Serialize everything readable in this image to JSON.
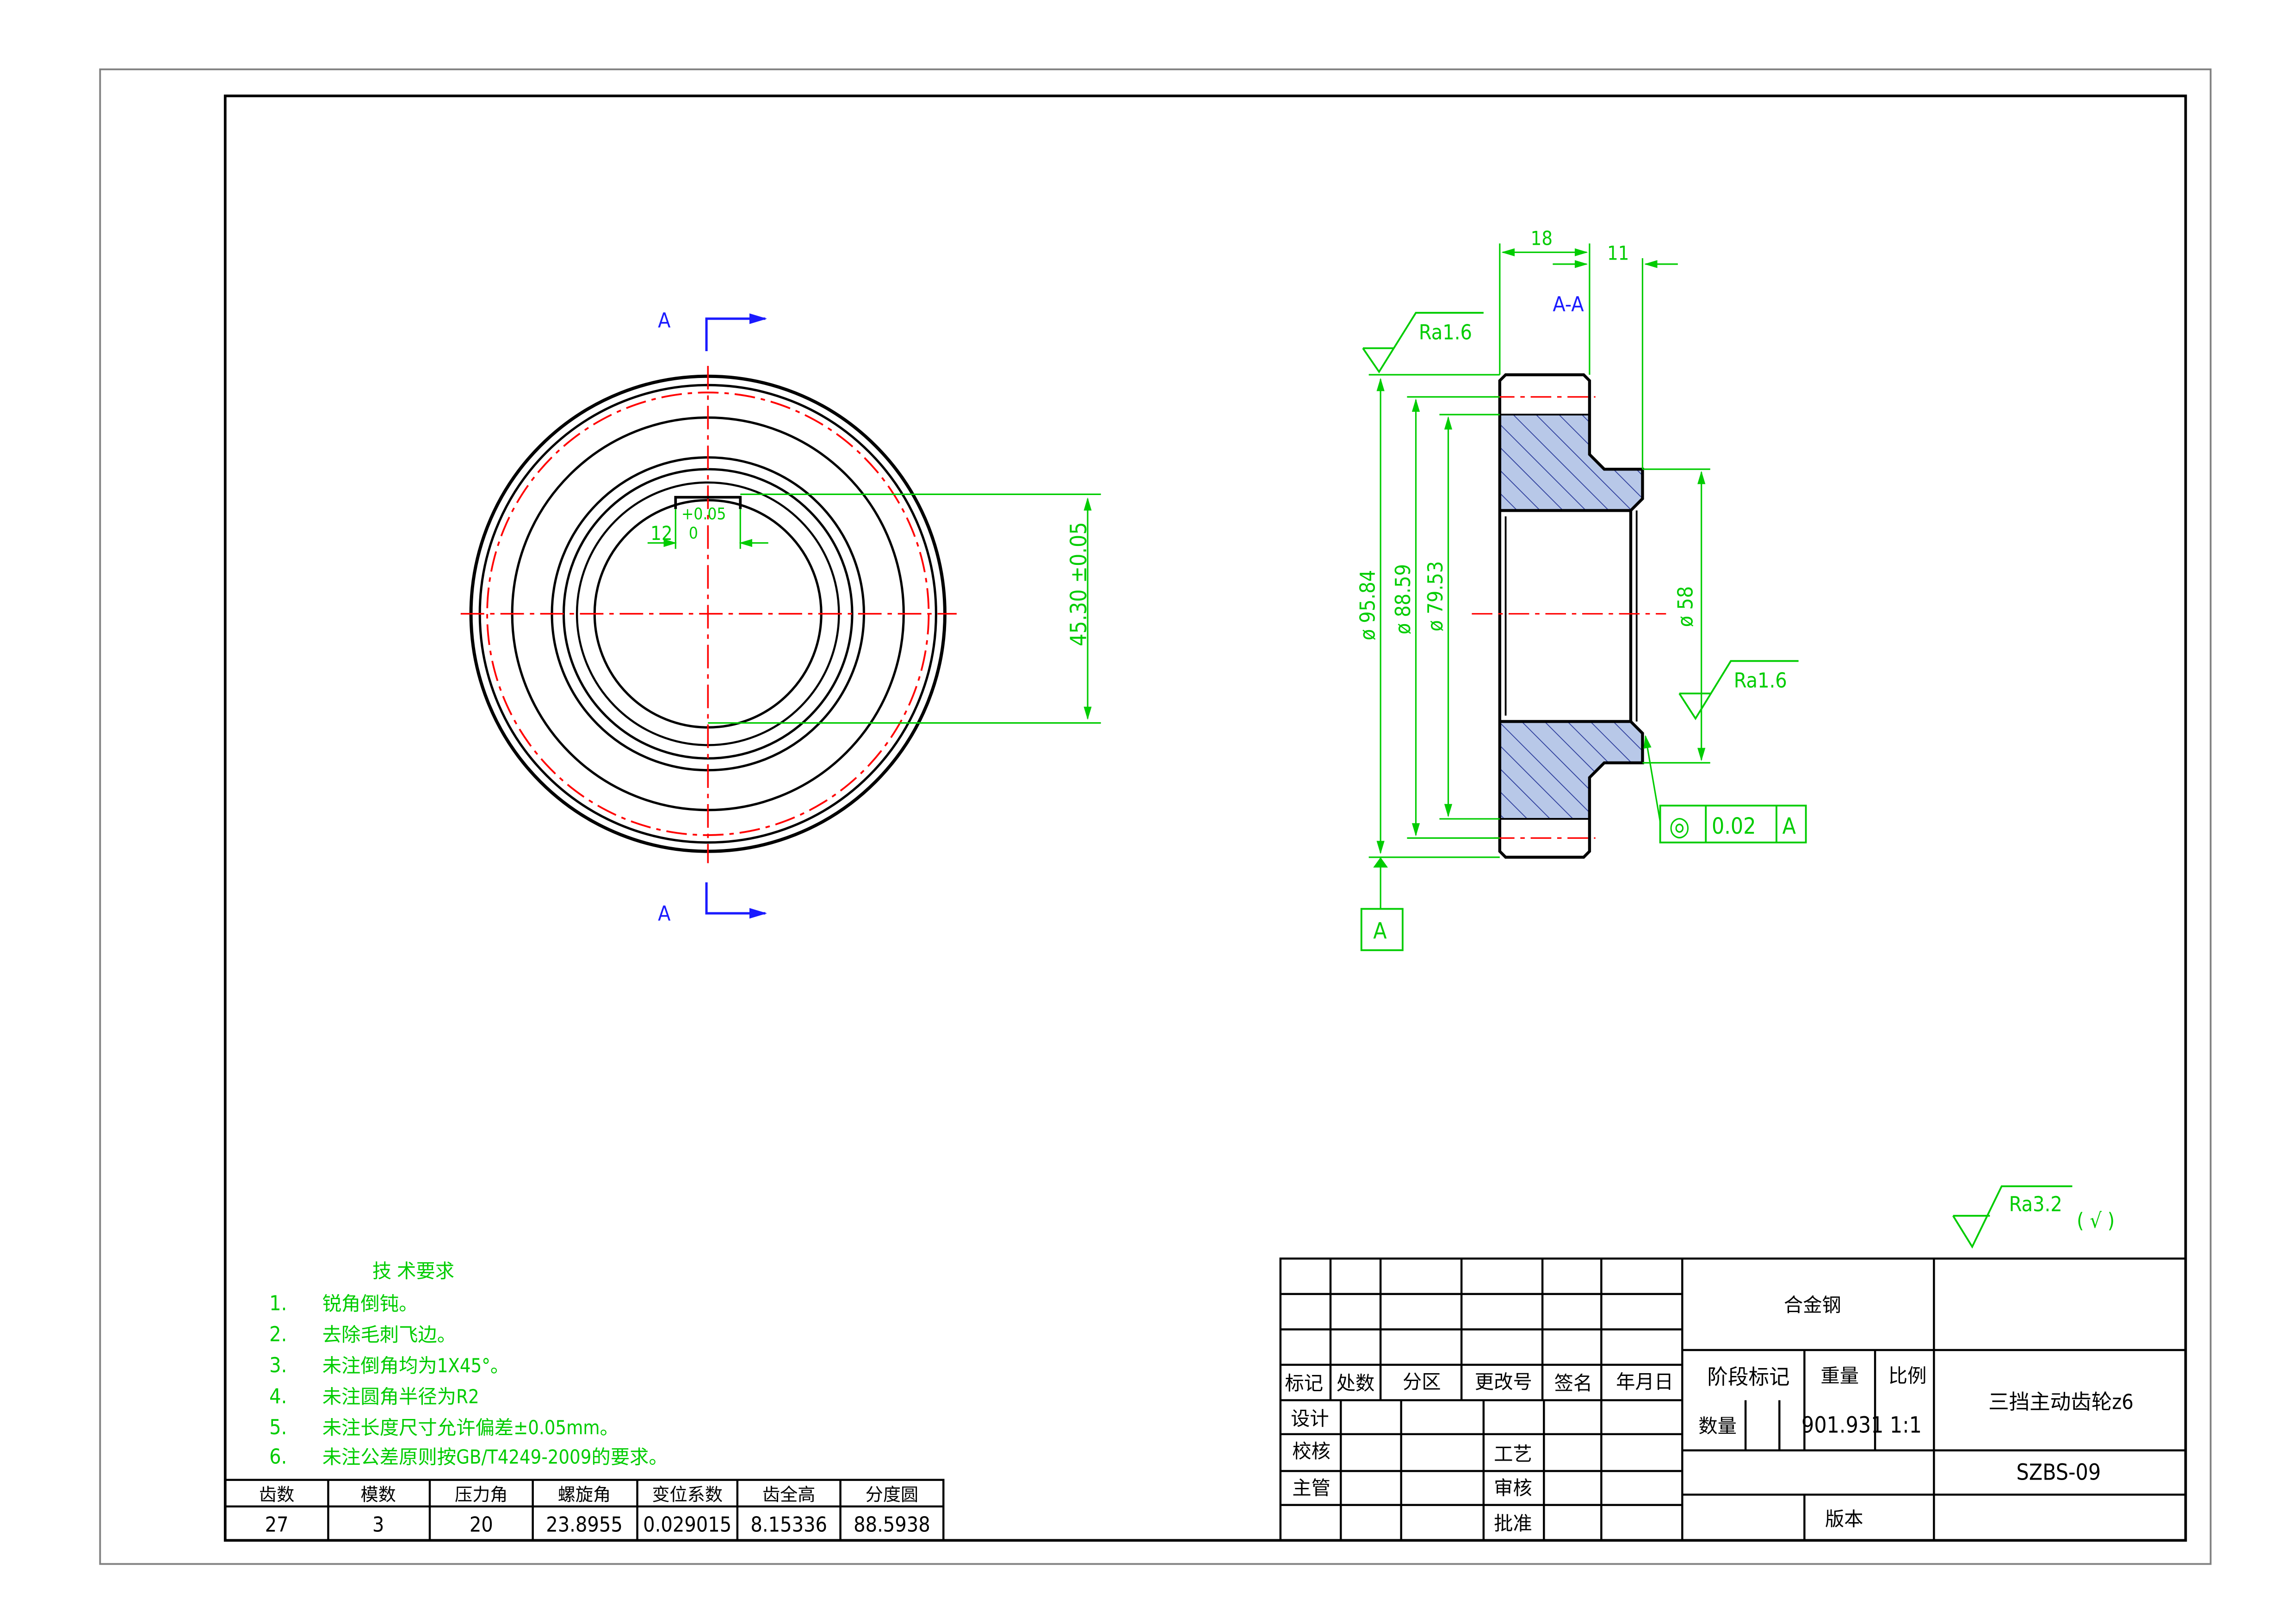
{
  "section_labels": {
    "top": "A",
    "bottom": "A",
    "view": "A-A"
  },
  "dimensions": {
    "width_hub": "18",
    "width_flange": "11",
    "d1": "ø 95.84",
    "d2": "ø 88.59",
    "d3": "ø 79.53",
    "bore": "ø 58",
    "keyway_height": "45.30  ±0.05",
    "keyway_width": "12",
    "keyway_tol_upper": "+0.05",
    "keyway_tol_lower": "0"
  },
  "roughness": {
    "outer": "Ra1.6",
    "bore": "Ra1.6",
    "general": "Ra3.2",
    "general_suffix": "( √ )"
  },
  "tolerance_frame": {
    "symbol": "◎",
    "value": "0.02",
    "datum": "A"
  },
  "datum_label": "A",
  "tech_requirements": {
    "title": "技 术要求",
    "items": [
      {
        "num": "1.",
        "text": "锐角倒钝。"
      },
      {
        "num": "2.",
        "text": "去除毛刺飞边。"
      },
      {
        "num": "3.",
        "text": "未注倒角均为1X45°。"
      },
      {
        "num": "4.",
        "text": "未注圆角半径为R2"
      },
      {
        "num": "5.",
        "text": "未注长度尺寸允许偏差±0.05mm。"
      },
      {
        "num": "6.",
        "text": "未注公差原则按GB/T4249-2009的要求。"
      }
    ]
  },
  "gear_table": {
    "headers": [
      "齿数",
      "模数",
      "压力角",
      "螺旋角",
      "变位系数",
      "齿全高",
      "分度圆"
    ],
    "values": [
      "27",
      "3",
      "20",
      "23.8955",
      "0.029015",
      "8.15336",
      "88.5938"
    ]
  },
  "title_block": {
    "material": "合金钢",
    "part_name": "三挡主动齿轮z6",
    "drawing_no": "SZBS-09",
    "weight": "901.931",
    "scale": "1:1",
    "labels": {
      "mark": "标记",
      "count": "处数",
      "zone": "分区",
      "change_no": "更改号",
      "sign": "签名",
      "date": "年月日",
      "design": "设计",
      "check": "校核",
      "supervisor": "主管",
      "process": "工艺",
      "review": "审核",
      "approve": "批准",
      "stage": "阶段标记",
      "weight": "重量",
      "scale": "比例",
      "quantity": "数量",
      "version": "版本"
    }
  },
  "colors": {
    "outline": "#000000",
    "dimension": "#00cc00",
    "centerline": "#ff0000",
    "section": "#1a1aff",
    "hatch_fill": "#b8c8e8"
  }
}
